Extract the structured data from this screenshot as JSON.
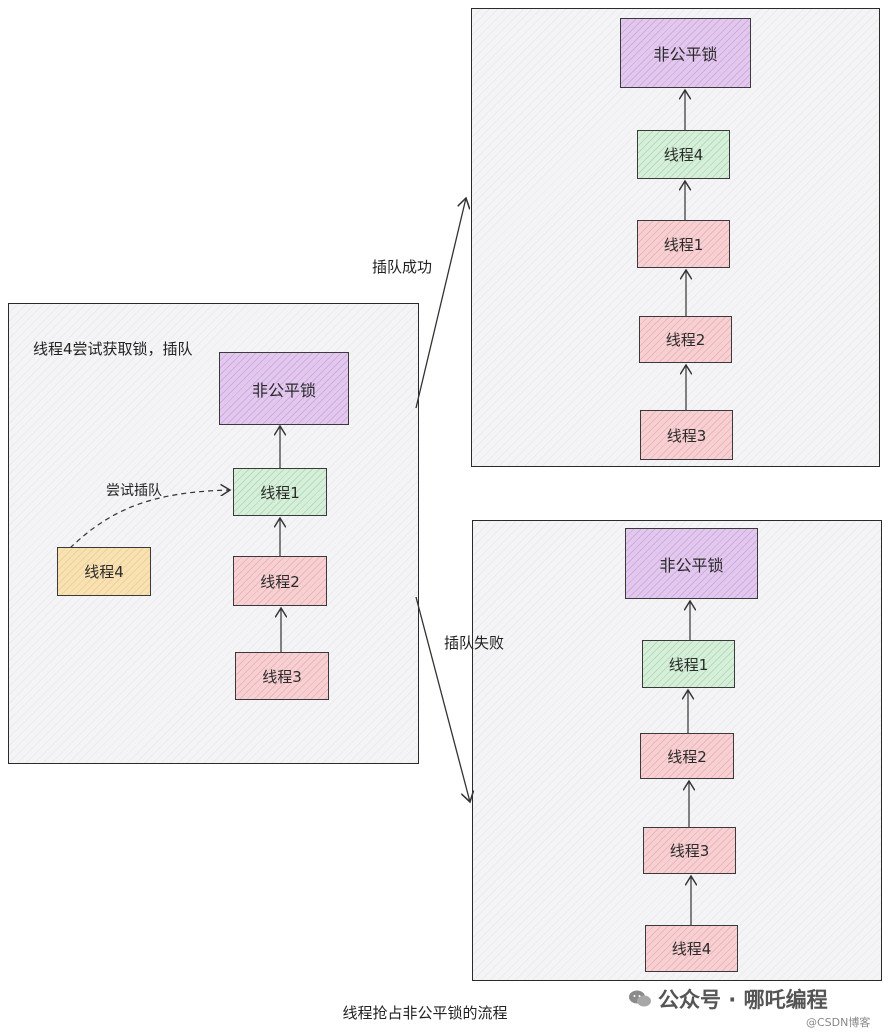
{
  "left_panel": {
    "title": "线程4尝试获取锁，插队",
    "lock": "非公平锁",
    "thread1": "线程1",
    "thread2": "线程2",
    "thread3": "线程3",
    "thread4": "线程4",
    "try_label": "尝试插队"
  },
  "success": {
    "label": "插队成功",
    "lock": "非公平锁",
    "chain": [
      "线程4",
      "线程1",
      "线程2",
      "线程3"
    ]
  },
  "failure": {
    "label": "插队失败",
    "lock": "非公平锁",
    "chain": [
      "线程1",
      "线程2",
      "线程3",
      "线程4"
    ]
  },
  "caption": "线程抢占非公平锁的流程",
  "watermark": {
    "wechat": "公众号 · 哪吒编程",
    "csdn": "@CSDN博客"
  },
  "colors": {
    "lock": "#e3c8ee",
    "running": "#d6efd9",
    "waiting": "#f6d0d2",
    "new_thread": "#f8e2b4"
  }
}
